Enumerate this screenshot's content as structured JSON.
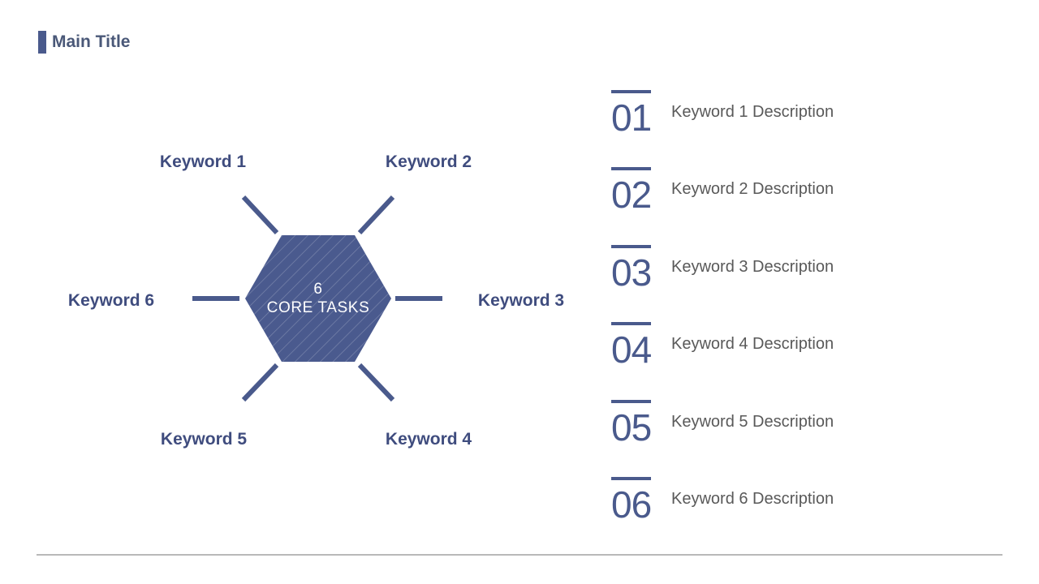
{
  "title": "Main Title",
  "hexagon": {
    "line1": "6",
    "line2": "CORE TASKS"
  },
  "keywords": [
    "Keyword 1",
    "Keyword 2",
    "Keyword 3",
    "Keyword 4",
    "Keyword 5",
    "Keyword 6"
  ],
  "list": [
    {
      "number": "01",
      "description": "Keyword 1 Description"
    },
    {
      "number": "02",
      "description": "Keyword 2 Description"
    },
    {
      "number": "03",
      "description": "Keyword 3 Description"
    },
    {
      "number": "04",
      "description": "Keyword 4 Description"
    },
    {
      "number": "05",
      "description": "Keyword 5 Description"
    },
    {
      "number": "06",
      "description": "Keyword 6 Description"
    }
  ],
  "colors": {
    "background": "#FFFFFF",
    "accent": "#4A5A8C",
    "title_text": "#4A5878",
    "keyword_text": "#3F4C7E",
    "hexagon_fill": "#4A5A8E",
    "hexagon_stripe": "#FFFFFF42",
    "hexagon_text": "#FFFFFF",
    "description_text": "#595959",
    "divider": "#B9B9B9"
  }
}
